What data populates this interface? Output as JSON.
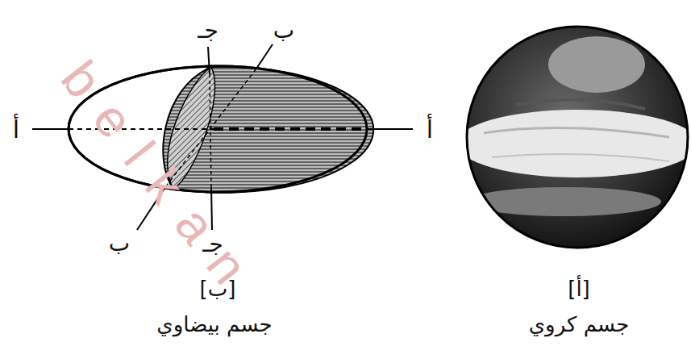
{
  "diagram": {
    "labels": [
      "أ",
      "أ",
      "ب",
      "ب",
      "جـ",
      "جـ",
      "[ب]",
      "جسم بيضاوي",
      "[أ]",
      "جسم كروي",
      "belkan"
    ]
  }
}
